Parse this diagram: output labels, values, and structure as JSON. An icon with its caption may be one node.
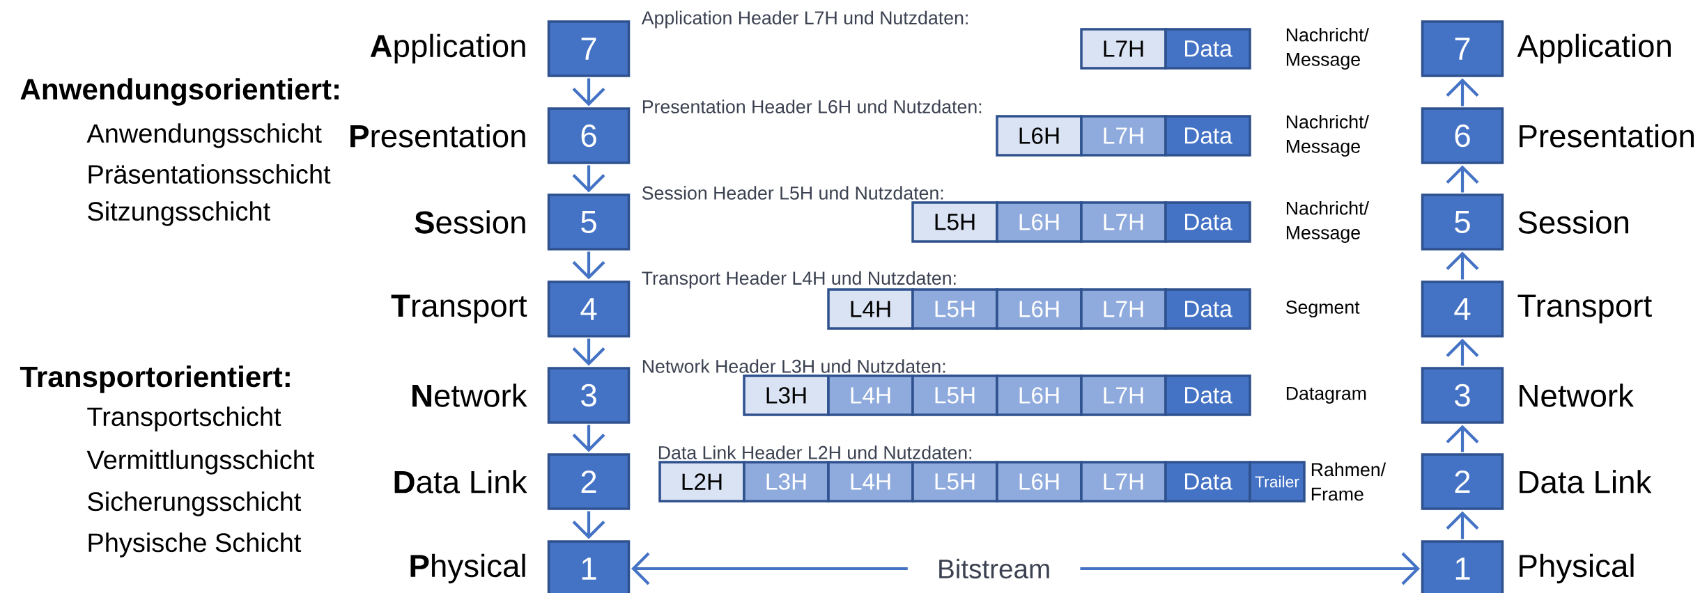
{
  "diagram": {
    "nodes": [
      {
        "text": [
          "7"
        ],
        "beside": [
          "**A**pplication"
        ]
      },
      {
        "text": [
          "L7H"
        ]
      },
      {
        "text": [
          "Data"
        ]
      },
      {
        "text": [
          "7"
        ],
        "beside": [
          "Application"
        ]
      },
      {
        "text": [
          "6"
        ],
        "beside": [
          "**P**resentation"
        ]
      },
      {
        "text": [
          "L6H"
        ]
      },
      {
        "text": [
          "L7H"
        ]
      },
      {
        "text": [
          "Data"
        ]
      },
      {
        "text": [
          "6"
        ],
        "beside": [
          "Presentation"
        ]
      },
      {
        "text": [
          "5"
        ],
        "beside": [
          "**S**ession"
        ]
      },
      {
        "text": [
          "L5H"
        ]
      },
      {
        "text": [
          "L6H"
        ]
      },
      {
        "text": [
          "L7H"
        ]
      },
      {
        "text": [
          "Data"
        ]
      },
      {
        "text": [
          "5"
        ],
        "beside": [
          "Session"
        ]
      },
      {
        "text": [
          "4"
        ],
        "beside": [
          "**T**ransport"
        ]
      },
      {
        "text": [
          "L4H"
        ]
      },
      {
        "text": [
          "L5H"
        ]
      },
      {
        "text": [
          "L6H"
        ]
      },
      {
        "text": [
          "L7H"
        ]
      },
      {
        "text": [
          "Data"
        ]
      },
      {
        "text": [
          "4"
        ],
        "beside": [
          "Transport"
        ]
      },
      {
        "text": [
          "3"
        ],
        "beside": [
          "**N**etwork"
        ]
      },
      {
        "text": [
          "L3H"
        ]
      },
      {
        "text": [
          "L4H"
        ]
      },
      {
        "text": [
          "L5H"
        ]
      },
      {
        "text": [
          "L6H"
        ]
      },
      {
        "text": [
          "L7H"
        ]
      },
      {
        "text": [
          "Data"
        ]
      },
      {
        "text": [
          "3"
        ],
        "beside": [
          "Network"
        ]
      },
      {
        "text": [
          "2"
        ],
        "beside": [
          "**D**ata Link"
        ]
      },
      {
        "text": [
          "L2H"
        ]
      },
      {
        "text": [
          "L3H"
        ]
      },
      {
        "text": [
          "L4H"
        ]
      },
      {
        "text": [
          "L5H"
        ]
      },
      {
        "text": [
          "L6H"
        ]
      },
      {
        "text": [
          "L7H"
        ]
      },
      {
        "text": [
          "Data"
        ]
      },
      {
        "text": [
          "Trailer"
        ]
      },
      {
        "text": [
          "2"
        ],
        "beside": [
          "Data Link"
        ]
      },
      {
        "text": [
          "1"
        ],
        "beside": [
          "**P**hysical"
        ]
      },
      {
        "text": [
          "1"
        ],
        "beside": [
          "Physical"
        ]
      }
    ],
    "edges": [
      {
        "from": 0,
        "to": 4,
        "arrow": "to"
      },
      {
        "from": 4,
        "to": 9,
        "arrow": "to"
      },
      {
        "from": 9,
        "to": 15,
        "arrow": "to"
      },
      {
        "from": 15,
        "to": 22,
        "arrow": "to"
      },
      {
        "from": 22,
        "to": 30,
        "arrow": "to"
      },
      {
        "from": 30,
        "to": 40,
        "arrow": "to"
      },
      {
        "from": 41,
        "to": 39,
        "arrow": "to"
      },
      {
        "from": 39,
        "to": 29,
        "arrow": "to"
      },
      {
        "from": 29,
        "to": 21,
        "arrow": "to"
      },
      {
        "from": 21,
        "to": 14,
        "arrow": "to"
      },
      {
        "from": 14,
        "to": 8,
        "arrow": "to"
      },
      {
        "from": 8,
        "to": 3,
        "arrow": "to"
      },
      {
        "from": 40,
        "to": 41,
        "arrow": "both",
        "label": "Bitstream"
      }
    ],
    "labels": [
      "Anwendungsorientiert:",
      "Anwendungsschicht",
      "Präsentationsschicht",
      "Sitzungsschicht",
      "Transportorientiert:",
      "Transportschicht",
      "Vermittlungsschicht",
      "Sicherungsschicht",
      "Physische Schicht",
      "Application Header L7H und Nutzdaten:",
      "Nachricht/ Message",
      "Presentation Header L6H und Nutzdaten:",
      "Nachricht/ Message",
      "Session Header L5H und Nutzdaten:",
      "Nachricht/ Message",
      "Transport Header L4H und Nutzdaten:",
      "Segment",
      "Network Header L3H und Nutzdaten:",
      "Datagram",
      "Data Link Header L2H und Nutzdaten:",
      "Rahmen/ Frame"
    ]
  }
}
